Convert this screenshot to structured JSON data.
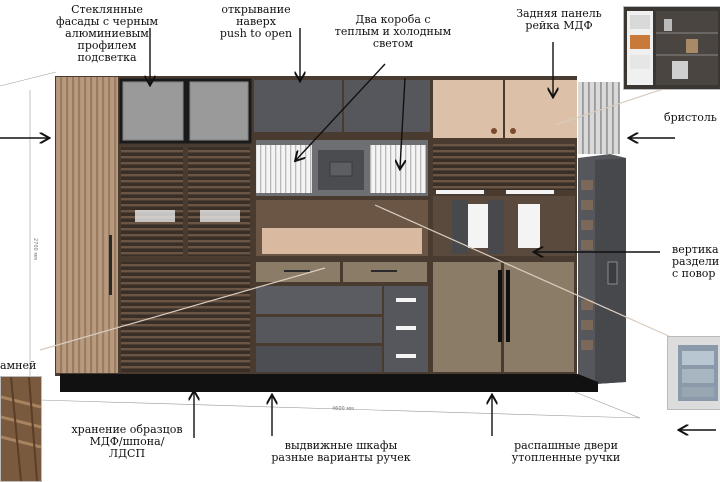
{
  "annotations": {
    "glass_facades": "Стеклянные\nфасады с черным\nалюминиевым\nпрофилем\nподсветка",
    "push_to_open": "открывание\nнаверх\npush to open",
    "light_boxes": "Два короба с\nтеплым и холодным\nсветом",
    "back_panel": "Задняя панель\nрейка МДФ",
    "bristol": "бристоль",
    "vertical_dividers": "вертика\nраздели\nс повор",
    "stone": "амней",
    "samples_storage": "хранение образцов\nМДФ/шпона/\nЛДСП",
    "drawers": "выдвижные шкафы\nразные варианты ручек",
    "hinged_doors": "распашные двери\nутопленные ручки"
  },
  "dimensions": {
    "width": "4600 мм",
    "height": "2700 мм"
  },
  "colors": {
    "wood_dark": "#4a3b30",
    "wood_light": "#b3977c",
    "panel_grey": "#55575c",
    "panel_dark_grey": "#3b3d42",
    "beige": "#d9b9a0",
    "taupe": "#8b7c68",
    "floor": "#111111",
    "light_box": "#f1f1f1"
  },
  "icons": {
    "arrow": "arrow-icon",
    "thumbnail_shelving": "shelving-photo-icon",
    "thumbnail_drawers": "drawers-photo-icon",
    "thumbnail_samples": "samples-photo-icon"
  }
}
